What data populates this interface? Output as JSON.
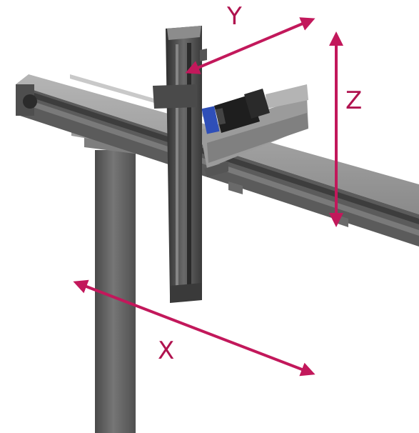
{
  "labels": {
    "x": "X",
    "y": "Y",
    "z": "Z"
  },
  "colors": {
    "arrow": "#c2185b",
    "label": "#b0134f",
    "metal_light": "#9c9c9c",
    "metal_mid": "#6e6e6e",
    "metal_dark": "#3a3a3a",
    "column": "#5f5f5f",
    "motor_blue": "#2f4fb8",
    "motor_black": "#1e1e1e"
  }
}
